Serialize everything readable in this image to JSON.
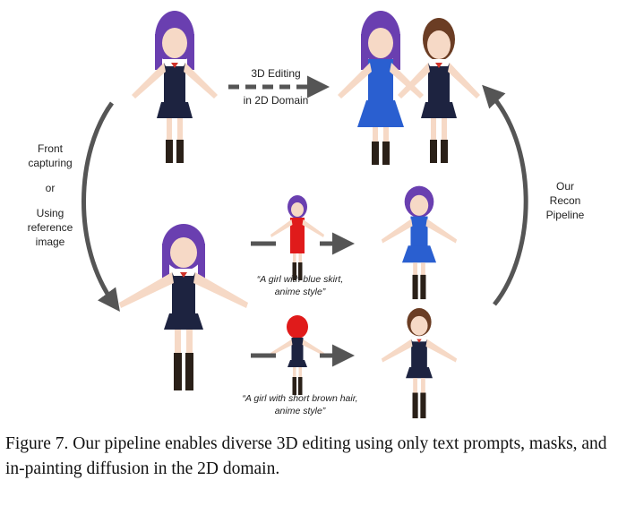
{
  "labels": {
    "editing": [
      "3D Editing",
      "in 2D Domain"
    ],
    "left": [
      "Front",
      "capturing",
      "or",
      "Using",
      "reference",
      "image"
    ],
    "right": [
      "Our",
      "Recon",
      "Pipeline"
    ]
  },
  "prompts": {
    "blue_skirt": [
      "“A girl with blue skirt,",
      "anime style”"
    ],
    "brown_hair": [
      "“A girl with short brown hair,",
      "anime style”"
    ]
  },
  "caption": {
    "text": "Figure 7. Our pipeline enables diverse 3D editing using only text prompts, masks, and in-painting diffusion in the 2D domain."
  },
  "colors": {
    "arrow": "#555555",
    "purple_hair": "#6a3fb0",
    "navy": "#1d2340",
    "blue_dress": "#2a5fd0",
    "brown_hair": "#6b3d24",
    "mask_red": "#e01b1b"
  }
}
